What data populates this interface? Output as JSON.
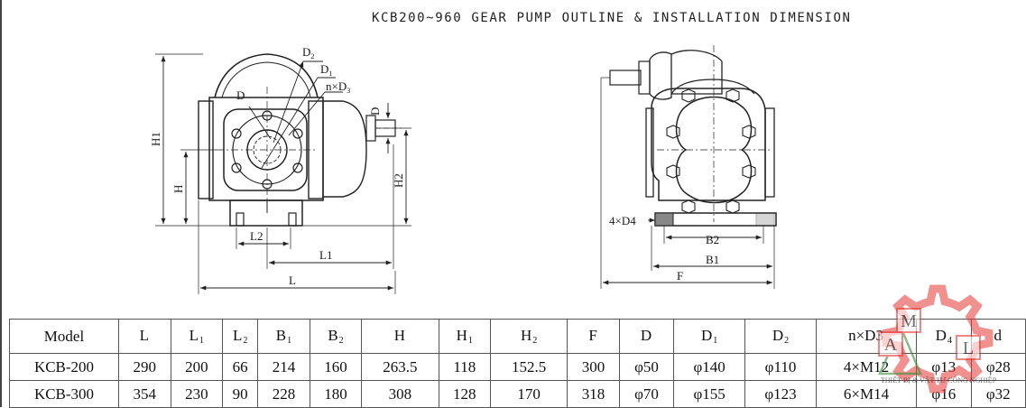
{
  "title": "KCB200~960 GEAR PUMP OUTLINE & INSTALLATION DIMENSION",
  "front_view_labels": {
    "D2": "D",
    "D2_sub": "2",
    "D1": "D",
    "D1_sub": "1",
    "nD3": "n×D",
    "nD3_sub": "3",
    "D": "D",
    "shaft_D": "D",
    "H1": "H1",
    "H": "H",
    "H2": "H2",
    "L2": "L2",
    "L1": "L1",
    "L": "L"
  },
  "side_view_labels": {
    "D4": "4×D4",
    "B2": "B2",
    "B1": "B1",
    "F": "F"
  },
  "table": {
    "headers": [
      {
        "main": "Model",
        "sub": ""
      },
      {
        "main": "L",
        "sub": ""
      },
      {
        "main": "L",
        "sub": "1"
      },
      {
        "main": "L",
        "sub": "2"
      },
      {
        "main": "B",
        "sub": "1"
      },
      {
        "main": "B",
        "sub": "2"
      },
      {
        "main": "H",
        "sub": ""
      },
      {
        "main": "H",
        "sub": "1"
      },
      {
        "main": "H",
        "sub": "2"
      },
      {
        "main": "F",
        "sub": ""
      },
      {
        "main": "D",
        "sub": ""
      },
      {
        "main": "D",
        "sub": "1"
      },
      {
        "main": "D",
        "sub": "2"
      },
      {
        "main": "n×D3",
        "sub": ""
      },
      {
        "main": "D",
        "sub": "4"
      },
      {
        "main": "d",
        "sub": ""
      }
    ],
    "rows": [
      [
        "KCB-200",
        "290",
        "200",
        "66",
        "214",
        "160",
        "263.5",
        "118",
        "152.5",
        "300",
        "φ50",
        "φ140",
        "φ110",
        "4×M12",
        "φ13",
        "φ28"
      ],
      [
        "KCB-300",
        "354",
        "230",
        "90",
        "228",
        "180",
        "308",
        "128",
        "170",
        "318",
        "φ70",
        "φ155",
        "φ123",
        "6×M14",
        "φ16",
        "φ32"
      ]
    ]
  },
  "watermark": {
    "letters": [
      "A",
      "M",
      "L"
    ],
    "tagline": "THIẾT BỊ & VẬT TƯ CÔNG NGHIỆP",
    "color": "#e53935"
  }
}
